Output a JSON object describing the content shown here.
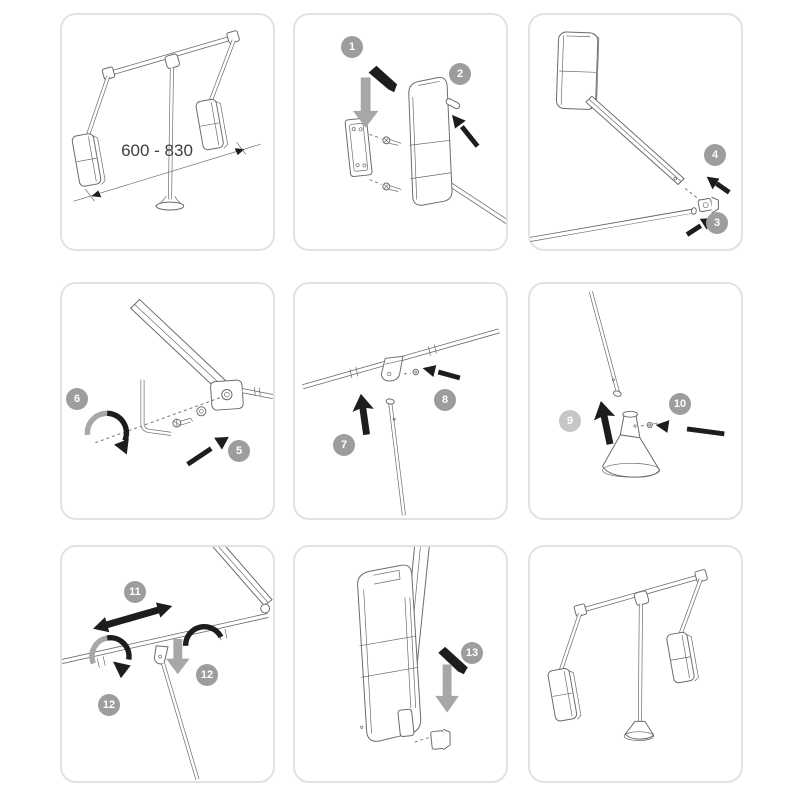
{
  "colors": {
    "panel_border": "#e2e2e2",
    "line_art": "#6a6a6a",
    "badge_bg": "#9d9d9d",
    "badge_light": "#c6c6c6",
    "badge_text": "#ffffff",
    "arrow_black": "#1d1d1d",
    "arrow_gray": "#a7a7a7",
    "dim_text": "#3e3e3e",
    "background": "#ffffff"
  },
  "panels": [
    {
      "name": "overview-dimensions",
      "dimension_label": "600 - 830",
      "badges": []
    },
    {
      "name": "mount-wall-plate",
      "badges": [
        {
          "label": "1"
        },
        {
          "label": "2"
        }
      ]
    },
    {
      "name": "attach-arm-connector",
      "badges": [
        {
          "label": "3"
        },
        {
          "label": "4"
        }
      ]
    },
    {
      "name": "fix-with-allen-key",
      "badges": [
        {
          "label": "5"
        },
        {
          "label": "6"
        }
      ]
    },
    {
      "name": "insert-center-rod",
      "badges": [
        {
          "label": "7"
        },
        {
          "label": "8"
        }
      ]
    },
    {
      "name": "attach-foot-cone",
      "badges": [
        {
          "label": "9"
        },
        {
          "label": "10"
        }
      ]
    },
    {
      "name": "adjust-width-and-tighten",
      "badges": [
        {
          "label": "11"
        },
        {
          "label": "12"
        },
        {
          "label": "12"
        }
      ]
    },
    {
      "name": "slide-cover-cap",
      "badges": [
        {
          "label": "13"
        }
      ]
    },
    {
      "name": "final-assembly",
      "badges": []
    }
  ]
}
